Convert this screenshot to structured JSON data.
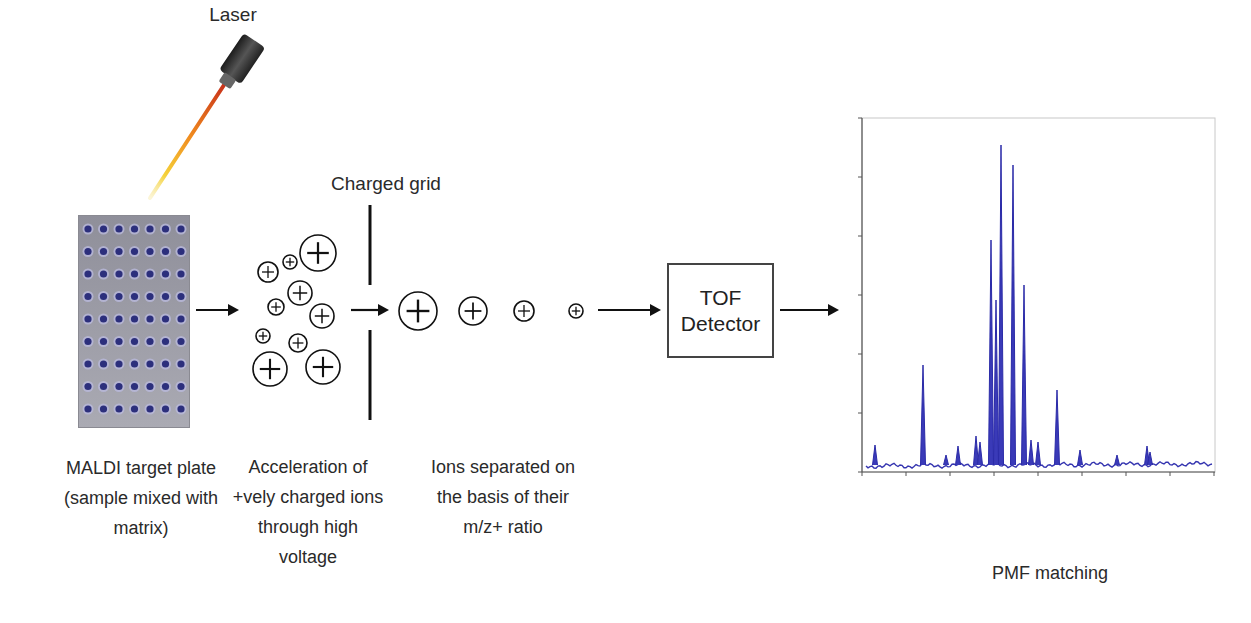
{
  "diagram": {
    "nodes": [
      {
        "text": [
          "MALDI target plate (sample mixed with matrix)"
        ]
      },
      {
        "text": [
          "Acceleration of +vely charged ions through high voltage"
        ]
      },
      {
        "text": [
          "Ions separated on the basis of their m/z+ ratio"
        ]
      },
      {
        "text": [
          "TOF Detector"
        ]
      },
      {
        "text": [
          "PMF matching"
        ]
      }
    ],
    "edges": [
      {
        "from": 0,
        "to": 1,
        "arrow": "to"
      },
      {
        "from": 1,
        "to": 2,
        "arrow": "to"
      },
      {
        "from": 2,
        "to": 3,
        "arrow": "to"
      },
      {
        "from": 3,
        "to": 4,
        "arrow": "to"
      }
    ],
    "labels": [
      "Laser",
      "Charged grid"
    ]
  }
}
